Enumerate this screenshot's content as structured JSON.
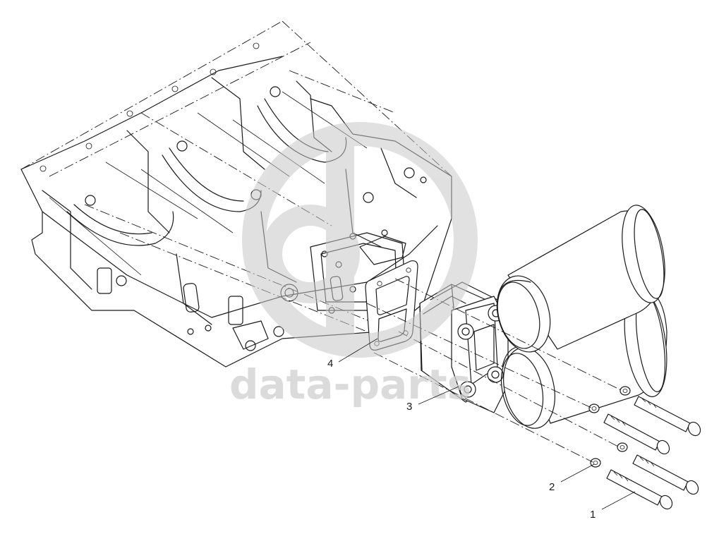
{
  "watermark": {
    "text": "data-parts",
    "color": "#cfcfcf"
  },
  "callouts": [
    {
      "id": "1",
      "label": "1"
    },
    {
      "id": "2",
      "label": "2"
    },
    {
      "id": "3",
      "label": "3"
    },
    {
      "id": "4",
      "label": "4"
    }
  ],
  "colors": {
    "line": "#1a1a1a",
    "background": "#ffffff"
  }
}
